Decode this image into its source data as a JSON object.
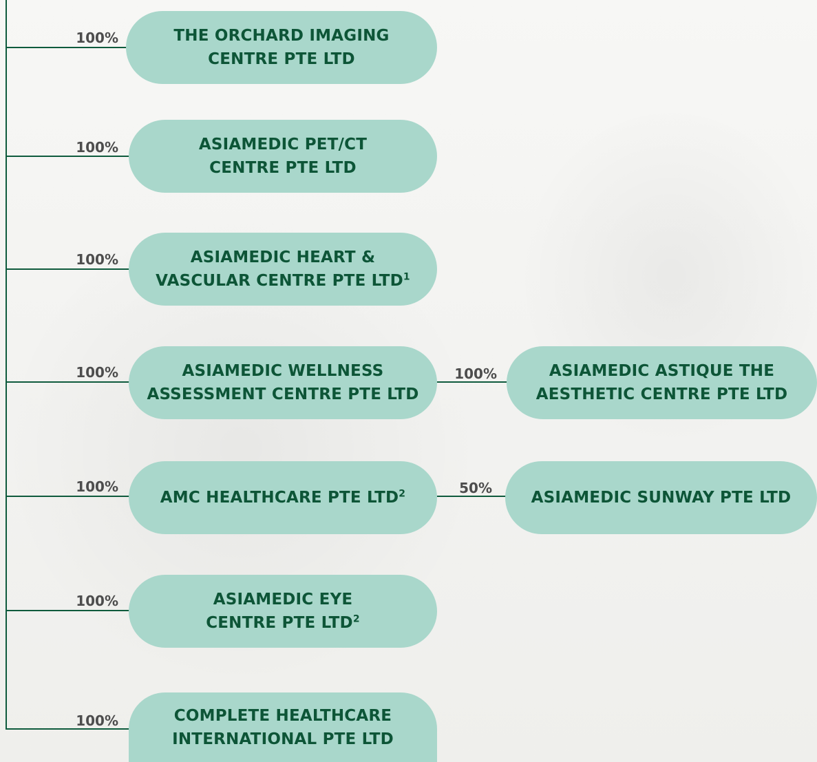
{
  "colors": {
    "line": "#0e5a3c",
    "pill_fill": "#a9d7cb",
    "pill_text": "#0d5537",
    "percent_text": "#4d4d4d"
  },
  "entities": [
    {
      "percent": "100%",
      "line1": "THE ORCHARD IMAGING",
      "line2": "CENTRE PTE LTD",
      "note": ""
    },
    {
      "percent": "100%",
      "line1": "ASIAMEDIC PET/CT",
      "line2": "CENTRE PTE LTD",
      "note": ""
    },
    {
      "percent": "100%",
      "line1": "ASIAMEDIC HEART &",
      "line2": "VASCULAR CENTRE PTE LTD",
      "note": "1"
    },
    {
      "percent": "100%",
      "line1": "ASIAMEDIC WELLNESS",
      "line2": "ASSESSMENT CENTRE PTE LTD",
      "note": ""
    },
    {
      "percent": "100%",
      "line1": "AMC HEALTHCARE PTE LTD",
      "line2": "",
      "note": "2"
    },
    {
      "percent": "100%",
      "line1": "ASIAMEDIC EYE",
      "line2": "CENTRE PTE LTD",
      "note": "2"
    },
    {
      "percent": "100%",
      "line1": "COMPLETE HEALTHCARE",
      "line2": "INTERNATIONAL PTE LTD",
      "note": ""
    }
  ],
  "subsidiaries": [
    {
      "percent": "100%",
      "line1": "ASIAMEDIC ASTIQUE THE",
      "line2": "AESTHETIC CENTRE PTE LTD",
      "note": ""
    },
    {
      "percent": "50%",
      "line1": "ASIAMEDIC SUNWAY PTE LTD",
      "line2": "",
      "note": ""
    }
  ]
}
